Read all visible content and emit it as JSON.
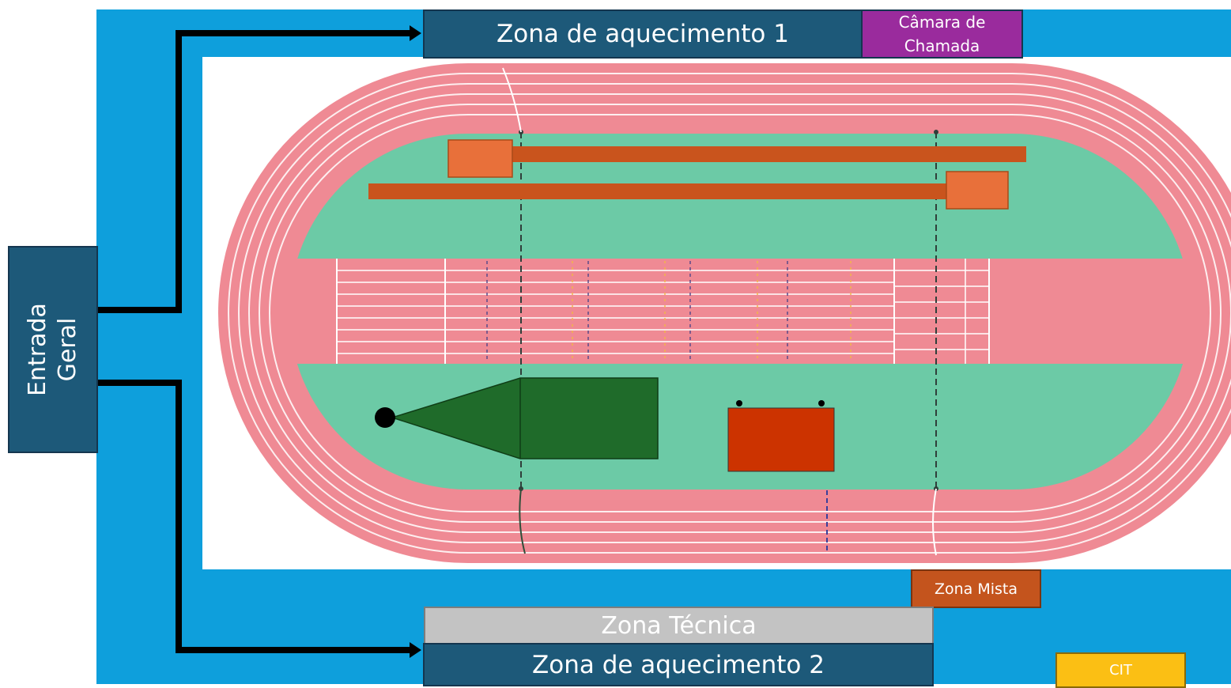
{
  "zones": {
    "aquecimento_1": "Zona de aquecimento 1",
    "camara_chamada": "Câmara de Chamada",
    "entrada_geral": "Entrada Geral",
    "zona_mista": "Zona Mista",
    "zona_tecnica": "Zona Técnica",
    "aquecimento_2": "Zona de aquecimento 2",
    "cit": "CIT"
  },
  "colors": {
    "background_blue": "#0e9fdc",
    "zone_dark_blue": "#1d5979",
    "camara_purple": "#9a2b9d",
    "zona_mista_orange": "#c4541d",
    "zona_tecnica_grey": "#c3c3c3",
    "cit_yellow": "#fbbf14",
    "track_pink": "#ef8a94",
    "infield_green": "#6ccaa6",
    "jump_runway": "#c9541d",
    "landing_pit": "#e8703a",
    "throw_sector": "#1f6b2a",
    "high_jump_mat": "#cc3300",
    "arrow": "#000000"
  },
  "icons": [
    "arrow-right-icon",
    "arrow-right-icon"
  ]
}
